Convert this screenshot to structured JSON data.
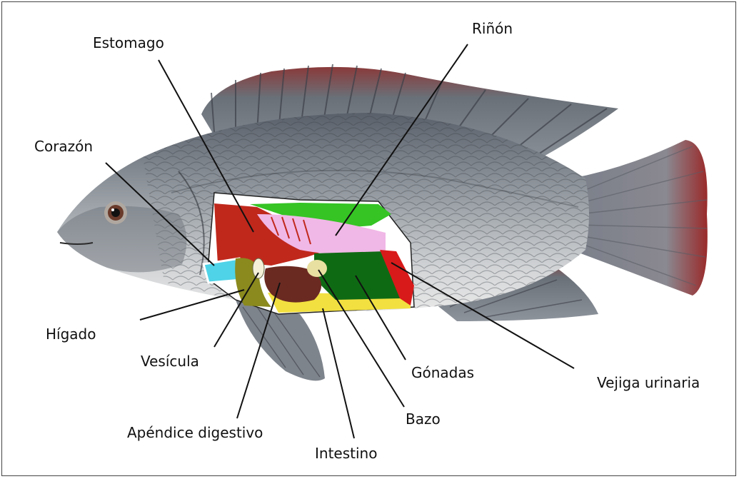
{
  "labels": {
    "estomago": "Estomago",
    "rinon": "Riñón",
    "corazon": "Corazón",
    "higado": "Hígado",
    "vesicula": "Vesícula",
    "apendice": "Apéndice digestivo",
    "intestino": "Intestino",
    "bazo": "Bazo",
    "gonadas": "Gónadas",
    "vejiga": "Vejiga urinaria"
  },
  "colors": {
    "estomago": "#c0281c",
    "rinon": "#35c424",
    "corazon": "#4fd3e8",
    "higado": "#8a8a1e",
    "vesicula": "#f4f0d8",
    "apendice": "#6a2a22",
    "intestino": "#f2e040",
    "bazo": "#e8e0a0",
    "gonadas": "#0f6a14",
    "vejiga": "#d81a1a",
    "swim_bladder": "#f0b8e6",
    "tail_tip": "#9a2a2a"
  }
}
